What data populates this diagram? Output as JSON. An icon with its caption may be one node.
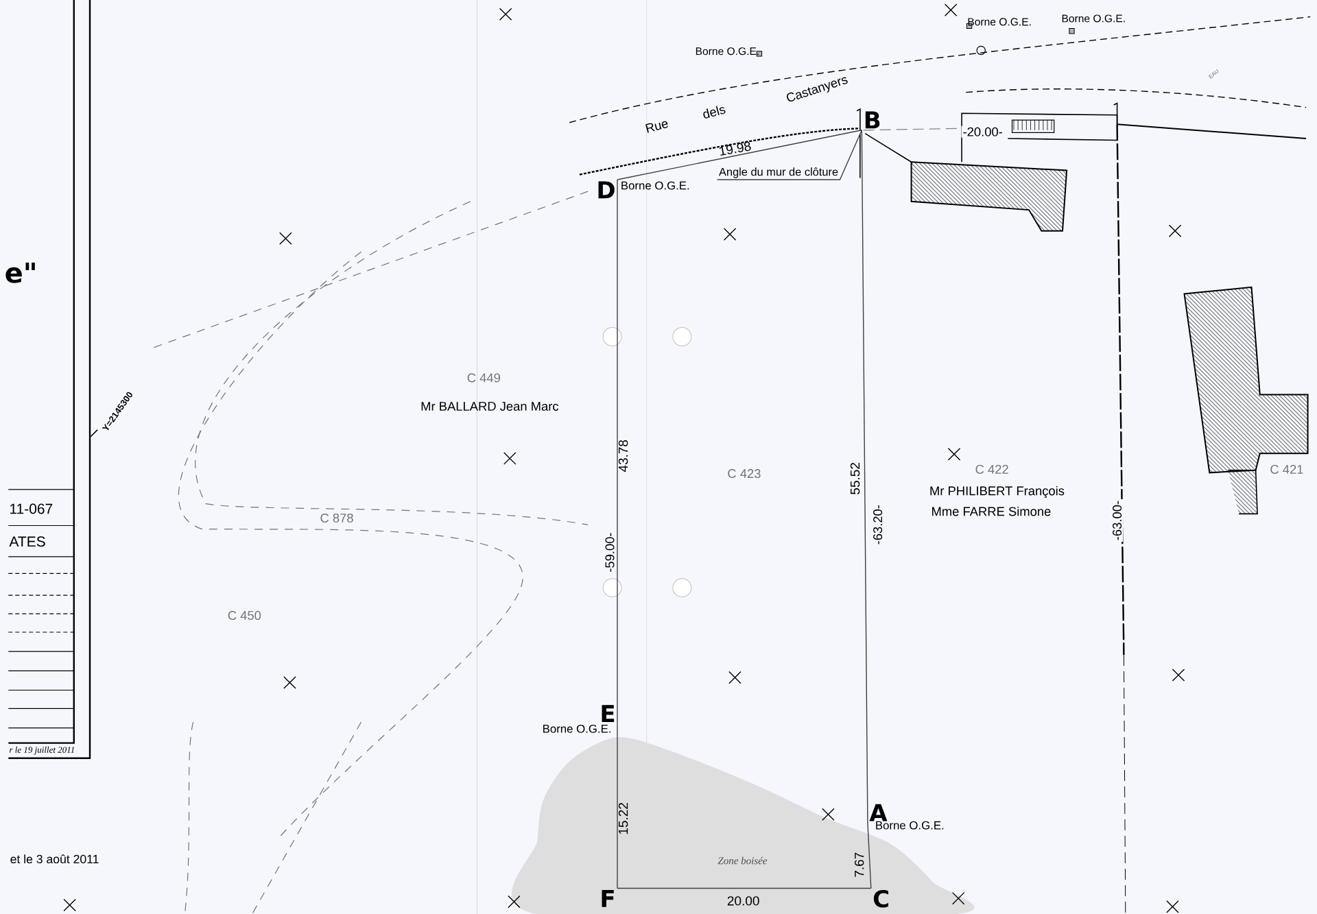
{
  "diagram": {
    "nodes": [
      {
        "text": [
          "B"
        ]
      },
      {
        "text": [
          "Angle du mur de clôture"
        ]
      },
      {
        "text": [
          "D"
        ],
        "beside": [
          "Borne O.G.E."
        ]
      },
      {
        "text": [
          "E"
        ],
        "beside": [
          "Borne O.G.E."
        ]
      },
      {
        "text": [
          "A"
        ],
        "beside": [
          "Borne O.G.E."
        ]
      },
      {
        "text": [
          "F"
        ]
      },
      {
        "text": [
          "C"
        ]
      }
    ],
    "edges": [
      {
        "from": 2,
        "to": 0,
        "arrow": "none",
        "label": "19.98"
      },
      {
        "from": 1,
        "to": 0,
        "arrow": "none"
      },
      {
        "from": 2,
        "to": 3,
        "arrow": "none",
        "label": "43.78"
      },
      {
        "from": 3,
        "to": 5,
        "arrow": "none",
        "label": "15.22"
      },
      {
        "from": 0,
        "to": 4,
        "arrow": "none",
        "label": "55.52"
      },
      {
        "from": 4,
        "to": 6,
        "arrow": "none",
        "label": "7.67"
      },
      {
        "from": 5,
        "to": 6,
        "arrow": "none",
        "label": "20.00"
      }
    ],
    "labels": [
      "e\"",
      "Borne O.G.E.",
      "Borne O.G.E.",
      "Borne O.G.E.",
      "EAU",
      "Rue",
      "dels",
      "Castanyers",
      "-20.00-",
      "C 449",
      "Mr BALLARD Jean Marc",
      "Y=2145300",
      "C 423",
      "C 422",
      "C 421",
      "Mr PHILIBERT François",
      "Mme FARRE Simone",
      "11-067",
      "-59.00-",
      "-63.20-",
      "-63.00-",
      "C 878",
      "ATES",
      "C 450",
      "r le 19 juillet 2011",
      "Zone boisée",
      "et le 3 août 2011"
    ]
  }
}
